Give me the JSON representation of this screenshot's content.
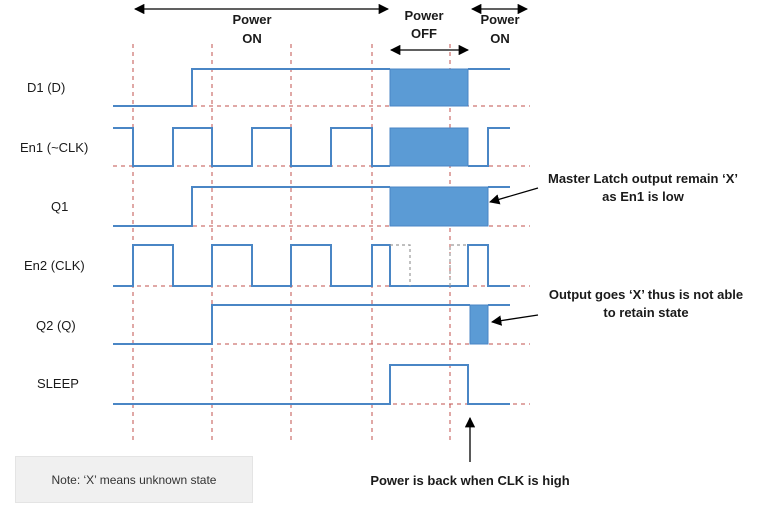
{
  "phases": {
    "power_on_1": [
      "Power",
      "ON"
    ],
    "power_off": [
      "Power",
      "OFF"
    ],
    "power_on_2": [
      "Power",
      "ON"
    ]
  },
  "signals": [
    {
      "label": "D1 (D)"
    },
    {
      "label": "En1 (~CLK)"
    },
    {
      "label": "Q1"
    },
    {
      "label": "En2 (CLK)"
    },
    {
      "label": "Q2 (Q)"
    },
    {
      "label": "SLEEP"
    }
  ],
  "annotations": {
    "master_latch": [
      "Master Latch output remain ‘X’",
      "as En1 is low"
    ],
    "output_x": [
      "Output goes ‘X’ thus is not able",
      "to retain state"
    ],
    "power_back": "Power is back when CLK is high"
  },
  "note": "Note: ‘X’ means unknown state",
  "colors": {
    "signal": "#4a86c5",
    "unknown_fill": "#5b9bd5",
    "gridline": "#c0504d",
    "note_bg": "#f0f0f0"
  }
}
